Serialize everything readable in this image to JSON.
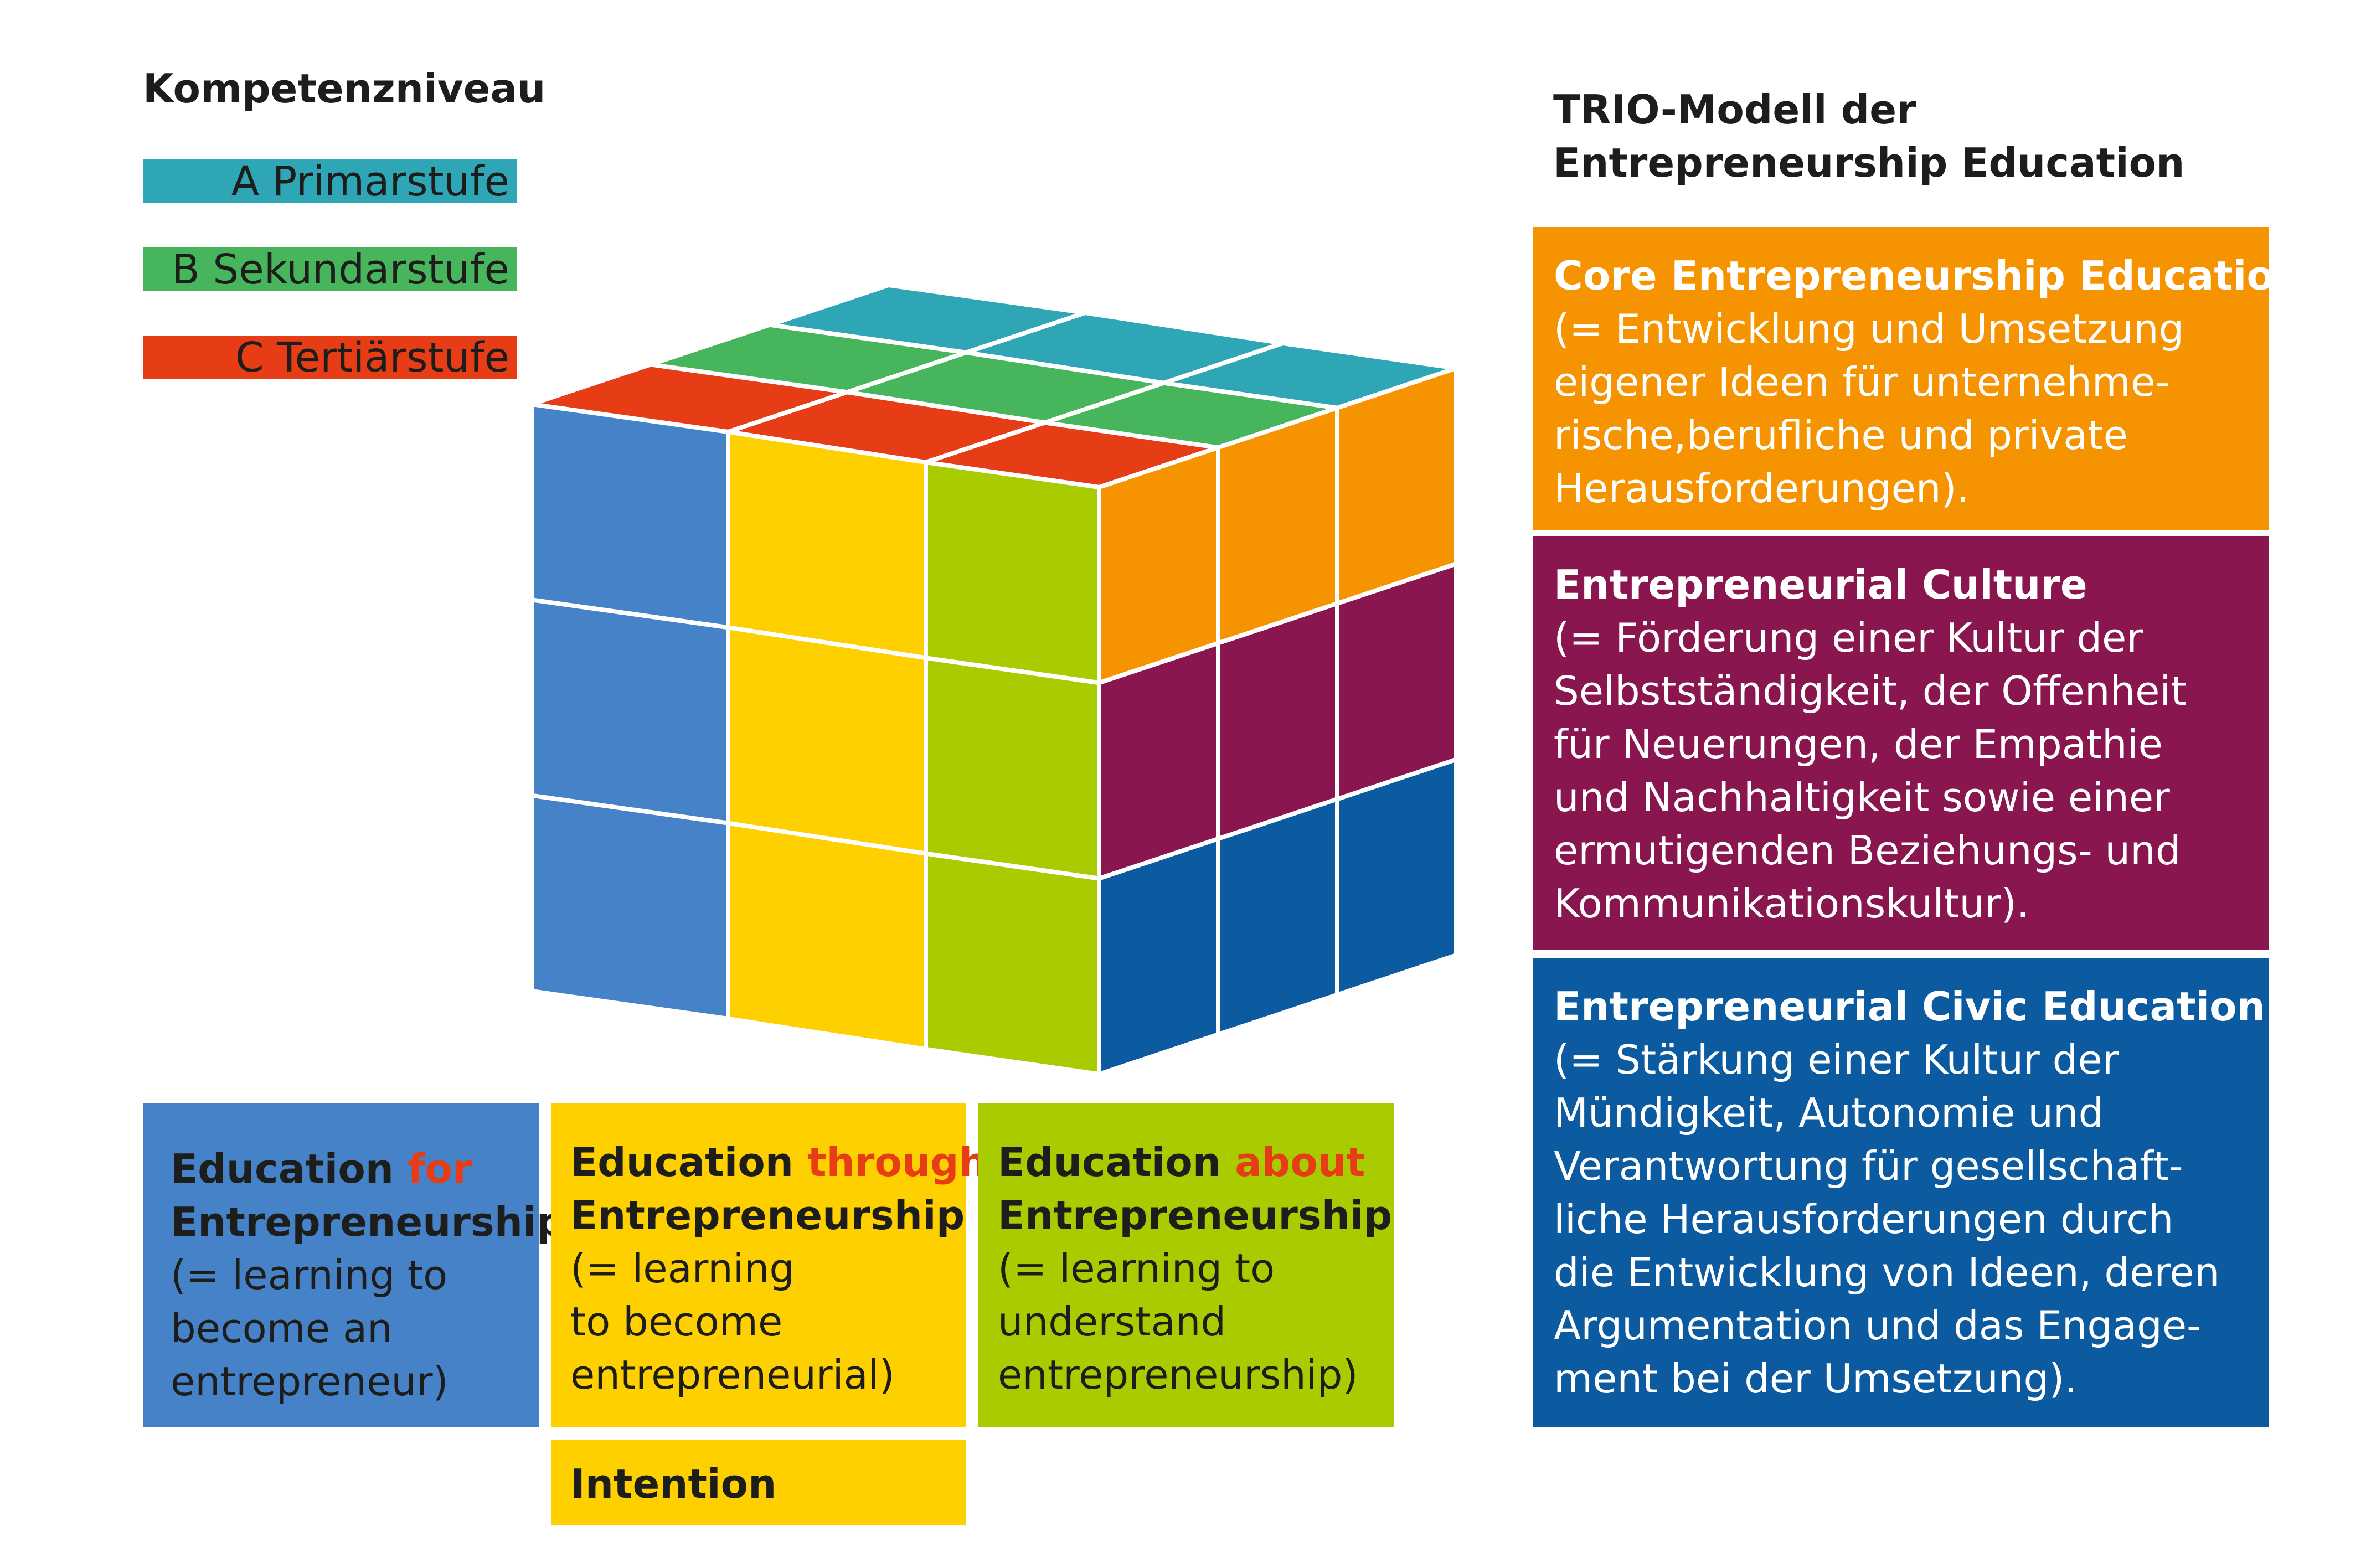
{
  "legend": {
    "title": "Kompetenzniveau",
    "items": [
      {
        "label": "A Primarstufe",
        "color": "#2ea6b6"
      },
      {
        "label": "B Sekundarstufe",
        "color": "#47b55b"
      },
      {
        "label": "C Tertiärstufe",
        "color": "#e63d16"
      }
    ]
  },
  "education_boxes": [
    {
      "prefix": "Education ",
      "keyword": "for",
      "line2": "Entrepreneurship",
      "desc": [
        "(= learning to",
        "become an",
        "entrepreneur)"
      ],
      "color": "#4682c8"
    },
    {
      "prefix": "Education ",
      "keyword": "through",
      "line2": "Entrepreneurship",
      "desc": [
        "(= learning",
        "to become",
        "entrepreneurial)"
      ],
      "color": "#ffd000"
    },
    {
      "prefix": "Education ",
      "keyword": "about",
      "line2": "Entrepreneurship",
      "desc": [
        "(= learning to",
        "understand",
        "entrepreneurship)"
      ],
      "color": "#a8cc00"
    }
  ],
  "intention": {
    "label": "Intention",
    "color": "#ffd000"
  },
  "keyword_color": "#e63d16",
  "trio": {
    "title_line1": "TRIO-Modell der",
    "title_line2": "Entrepreneurship Education",
    "boxes": [
      {
        "title": "Core Entrepreneurship Education",
        "lines": [
          "(= Entwicklung und Umsetzung",
          "eigener Ideen für unternehme-",
          "rische,berufliche und private",
          "Herausforderungen)."
        ],
        "color": "#f59400"
      },
      {
        "title": "Entrepreneurial Culture",
        "lines": [
          "(= Förderung einer Kultur der",
          "Selbstständigkeit, der Offenheit",
          "für Neuerungen, der Empathie",
          "und Nachhaltigkeit sowie einer",
          "ermutigenden Beziehungs- und",
          "Kommunikationskultur)."
        ],
        "color": "#8a1650"
      },
      {
        "title": "Entrepreneurial Civic Education",
        "lines": [
          "(= Stärkung einer Kultur der",
          "Mündigkeit, Autonomie und",
          "Verantwortung für gesellschaft-",
          "liche Herausforderungen durch",
          "die Entwicklung von Ideen, deren",
          "Argumentation und das Engage-",
          "ment bei der Umsetzung)."
        ],
        "color": "#0c5aa0"
      }
    ]
  },
  "cube": {
    "front_colors": [
      "#4682c8",
      "#ffd000",
      "#a8cc00"
    ],
    "side_colors": [
      "#f59400",
      "#8a1650",
      "#0c5aa0"
    ],
    "top_colors": [
      "#e63d16",
      "#47b55b",
      "#2ea6b6"
    ],
    "grout_color": "#ffd000"
  }
}
